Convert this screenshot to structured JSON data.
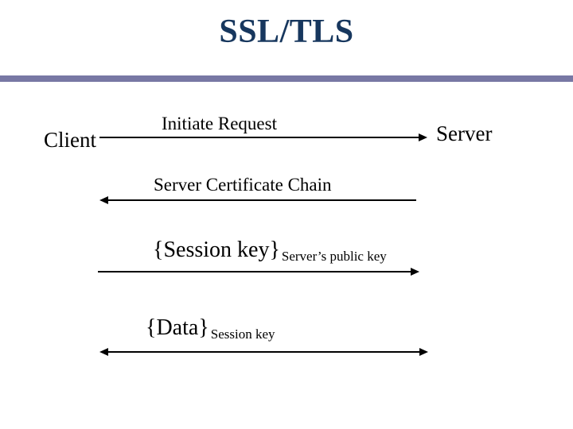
{
  "slide": {
    "title": "SSL/TLS",
    "actors": {
      "client": "Client",
      "server": "Server"
    },
    "messages": [
      {
        "label": "Initiate Request",
        "sub": "",
        "direction": "right"
      },
      {
        "label": "Server Certificate Chain",
        "sub": "",
        "direction": "left"
      },
      {
        "label": "{Session key}",
        "sub": "Server’s public key",
        "direction": "right"
      },
      {
        "label": "{Data}",
        "sub": "Session key",
        "direction": "both"
      }
    ],
    "colors": {
      "title_navy": "#17375E",
      "divider_purple": "#7878A4",
      "diagram_black": "#000000",
      "background": "#FFFFFF"
    }
  }
}
